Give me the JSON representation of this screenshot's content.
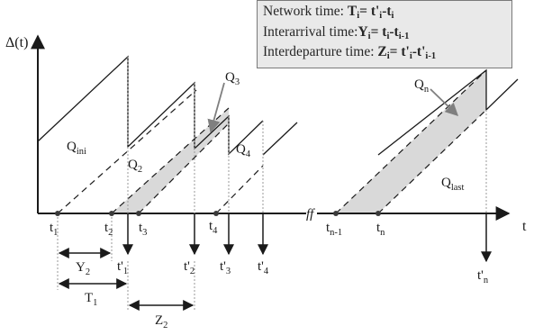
{
  "legend": {
    "network": {
      "text": "Network time: ",
      "lhs": "T",
      "lhs_sub": "i",
      "eq": "= t'",
      "eq_sub1": "i",
      "mid": "-t",
      "eq_sub2": "i"
    },
    "interarrival": {
      "text": "Interarrival time:",
      "lhs": "Y",
      "lhs_sub": "i",
      "eq": "= t",
      "eq_sub1": "i",
      "mid": "-t",
      "eq_sub2": "i-1"
    },
    "interdeparture": {
      "text": "Interdeparture time: ",
      "lhs": "Z",
      "lhs_sub": "i",
      "eq": "= t'",
      "eq_sub1": "i",
      "mid": "-t'",
      "eq_sub2": "i-1"
    }
  },
  "axis": {
    "y_label": "Δ(t)",
    "x_label": "t",
    "break_mark": "ff"
  },
  "arrival_labels": [
    {
      "base": "t",
      "sub": "1"
    },
    {
      "base": "t",
      "sub": "2"
    },
    {
      "base": "t",
      "sub": "3"
    },
    {
      "base": "t",
      "sub": "4"
    },
    {
      "base": "t",
      "sub": "n-1"
    },
    {
      "base": "t",
      "sub": "n"
    }
  ],
  "departure_labels": [
    {
      "base": "t'",
      "sub": "1"
    },
    {
      "base": "t'",
      "sub": "2"
    },
    {
      "base": "t'",
      "sub": "3"
    },
    {
      "base": "t'",
      "sub": "4"
    },
    {
      "base": "t'",
      "sub": "n"
    }
  ],
  "area_labels": [
    {
      "base": "Q",
      "sub": "ini"
    },
    {
      "base": "Q",
      "sub": "2"
    },
    {
      "base": "Q",
      "sub": "3"
    },
    {
      "base": "Q",
      "sub": "4"
    },
    {
      "base": "Q",
      "sub": "n"
    },
    {
      "base": "Q",
      "sub": "last"
    }
  ],
  "interval_labels": [
    {
      "base": "Y",
      "sub": "2"
    },
    {
      "base": "T",
      "sub": "1"
    },
    {
      "base": "Z",
      "sub": "2"
    }
  ],
  "colors": {
    "line": "#1a1a1a",
    "shade": "#d9d9d9",
    "legend_bg": "#e9e9e9",
    "pointer": "#7f7f7f"
  }
}
